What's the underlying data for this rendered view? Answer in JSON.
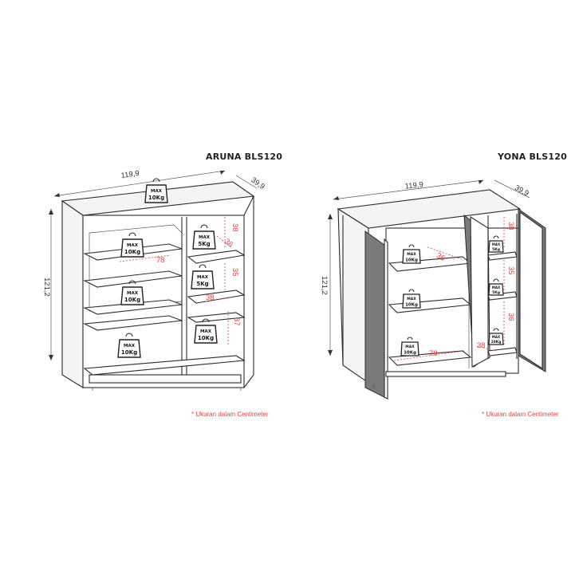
{
  "products": [
    {
      "name": "ARUNA BLS120",
      "width": "119,9",
      "depth": "39,9",
      "height": "121,2",
      "inner_dims": [
        "78",
        "38",
        "35",
        "38",
        "37",
        "36"
      ],
      "weight_labels": [
        {
          "max": "MAX",
          "load": "10Kg"
        },
        {
          "max": "MAX",
          "load": "10Kg"
        },
        {
          "max": "MAX",
          "load": "10Kg"
        },
        {
          "max": "MAX",
          "load": "10Kg"
        },
        {
          "max": "MAX",
          "load": "5Kg"
        },
        {
          "max": "MAX",
          "load": "5Kg"
        },
        {
          "max": "MAX",
          "load": "10Kg"
        }
      ],
      "note": "* Ukuran dalam Centimeter"
    },
    {
      "name": "YONA BLS120",
      "width": "119,9",
      "depth": "39,9",
      "height": "121,2",
      "inner_dims": [
        "36",
        "78",
        "38",
        "38",
        "35",
        "36"
      ],
      "weight_labels": [
        {
          "max": "MAX",
          "load": "10Kg"
        },
        {
          "max": "MAX",
          "load": "10Kg"
        },
        {
          "max": "MAX",
          "load": "10Kg"
        },
        {
          "max": "MAX",
          "load": "5Kg"
        },
        {
          "max": "MAX",
          "load": "5Kg"
        },
        {
          "max": "MAX",
          "load": "10Kg"
        }
      ],
      "note": "* Ukuran dalam Centimeter"
    }
  ],
  "colors": {
    "accent": "#e04545",
    "line": "#2b2b2b",
    "door": "#7a7a7a"
  }
}
